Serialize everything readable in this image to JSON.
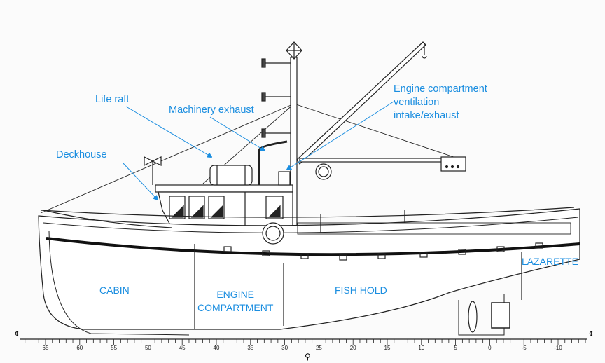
{
  "callouts": {
    "life_raft": "Life raft",
    "machinery_exhaust": "Machinery exhaust",
    "deckhouse": "Deckhouse",
    "engine_vent": [
      "Engine compartment",
      "ventilation",
      "intake/exhaust"
    ]
  },
  "compartments": {
    "cabin": "CABIN",
    "engine": [
      "ENGINE",
      "COMPARTMENT"
    ],
    "fish_hold": "FISH HOLD",
    "lazarette": "LAZARETTE"
  },
  "scale": {
    "ticks": [
      "65",
      "60",
      "55",
      "50",
      "45",
      "40",
      "35",
      "30",
      "25",
      "20",
      "15",
      "10",
      "5",
      "0",
      "-5",
      "-10"
    ],
    "left_mark": "℄",
    "right_mark": "℄",
    "midship_mark": "⚲"
  },
  "colors": {
    "label": "#1b8ee0",
    "line": "#222222"
  }
}
